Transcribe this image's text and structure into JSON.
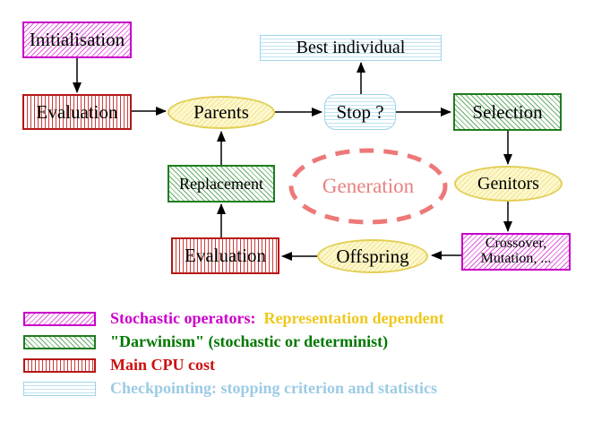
{
  "diagram": {
    "nodes": {
      "initialisation": "Initialisation",
      "evaluation_top": "Evaluation",
      "parents": "Parents",
      "best_individual": "Best individual",
      "stop": "Stop ?",
      "selection": "Selection",
      "genitors": "Genitors",
      "crossover_line1": "Crossover,",
      "crossover_line2": "Mutation, ...",
      "offspring": "Offspring",
      "evaluation_bottom": "Evaluation",
      "replacement": "Replacement",
      "generation": "Generation"
    },
    "colors": {
      "magenta": "#cc00cc",
      "green": "#1e7d1e",
      "red": "#b51616",
      "cyan": "#9fd4e8",
      "yellow": "#e3cf55",
      "salmon": "#e88080",
      "gold_text": "#eec81e",
      "green_text": "#007700",
      "red_text": "#cc1111",
      "cyan_text": "#9ccbe4"
    },
    "legend": [
      {
        "swatch": "magenta-diagonal-hatch",
        "parts": [
          {
            "text": "Stochastic operators:  ",
            "color": "#cc00cc"
          },
          {
            "text": "Representation dependent",
            "color": "#eec81e"
          }
        ]
      },
      {
        "swatch": "green-diagonal-hatch",
        "parts": [
          {
            "text": "\"Darwinism\" (stochastic or determinist)",
            "color": "#007700"
          }
        ]
      },
      {
        "swatch": "red-vertical-stripes",
        "parts": [
          {
            "text": "Main CPU cost",
            "color": "#cc1111"
          }
        ]
      },
      {
        "swatch": "cyan-horizontal-lines",
        "parts": [
          {
            "text": "Checkpointing: stopping criterion and statistics",
            "color": "#9ccbe4"
          }
        ]
      }
    ]
  }
}
